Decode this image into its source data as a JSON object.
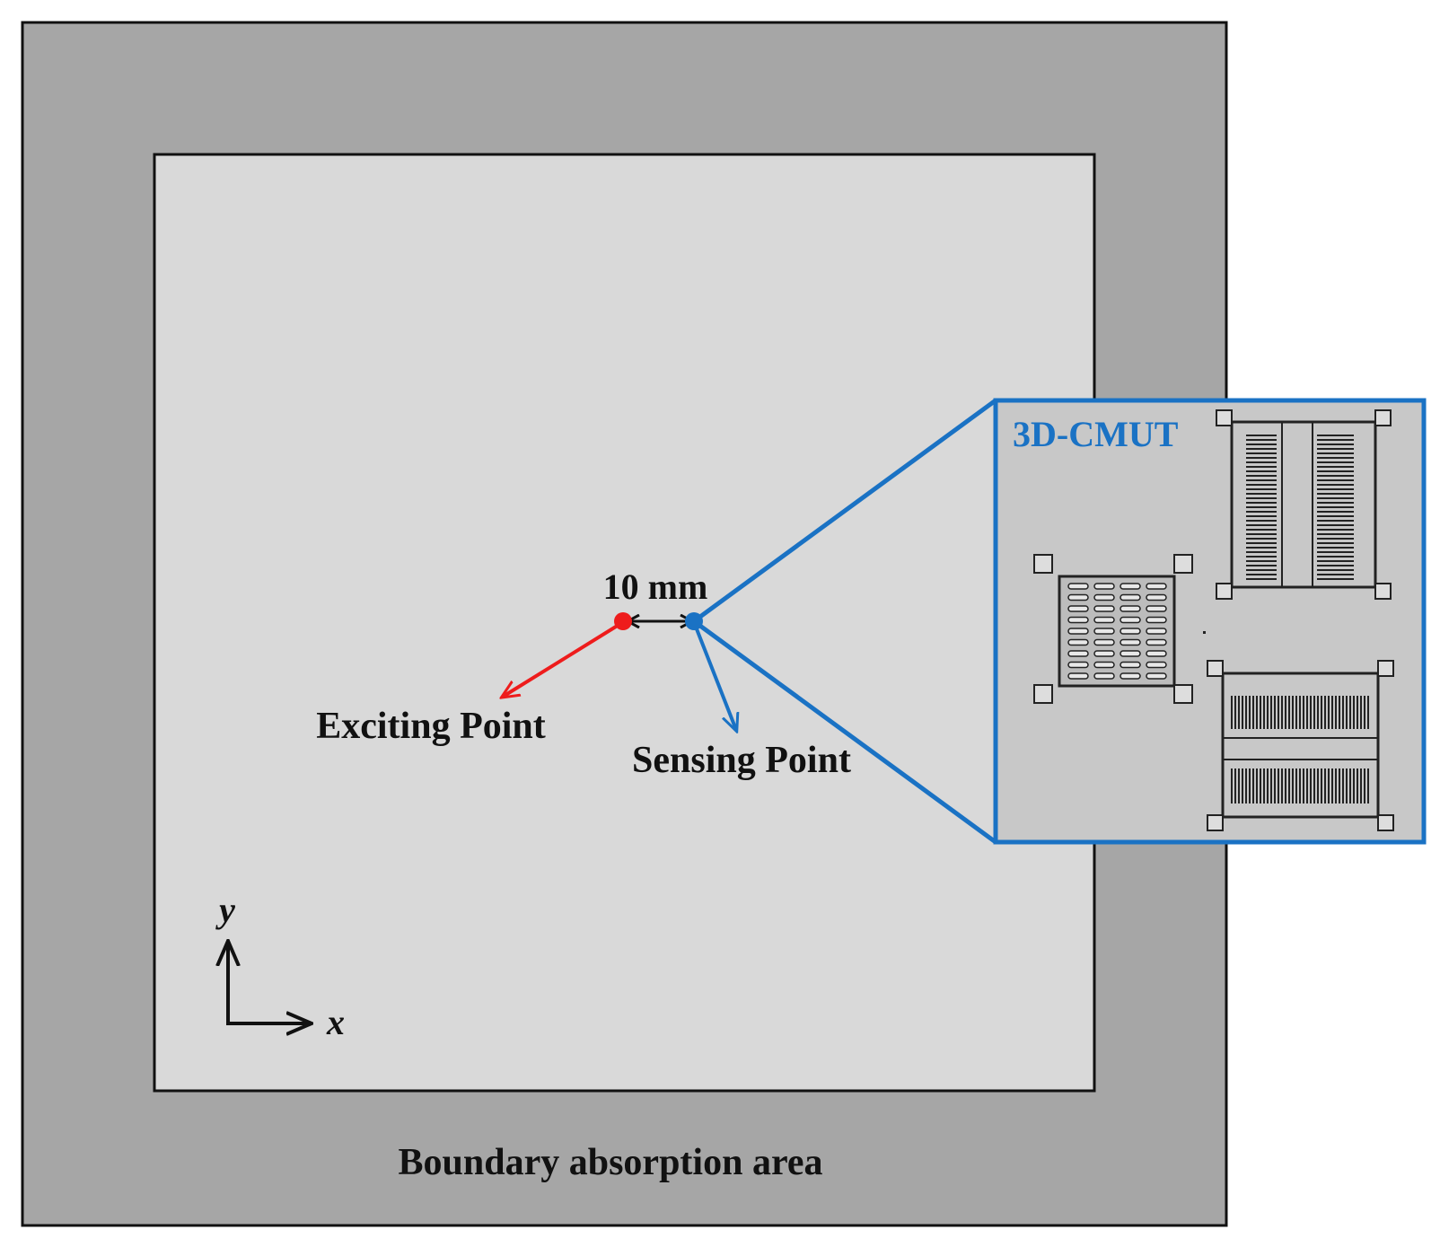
{
  "labels": {
    "distance": "10 mm",
    "exciting_point": "Exciting Point",
    "sensing_point": "Sensing Point",
    "boundary": "Boundary absorption area",
    "inset_title": "3D-CMUT",
    "axis_x": "x",
    "axis_y": "y"
  },
  "colors": {
    "outer_region": "#a6a6a6",
    "inner_region": "#d9d9d9",
    "exciting": "#ee1c1c",
    "sensing": "#1a72c4",
    "inset_bg": "#c8c8c8",
    "text": "#111111"
  },
  "icons": {
    "exciting_marker": "red-dot",
    "sensing_marker": "blue-dot",
    "axes": "xy-axes-arrows"
  }
}
